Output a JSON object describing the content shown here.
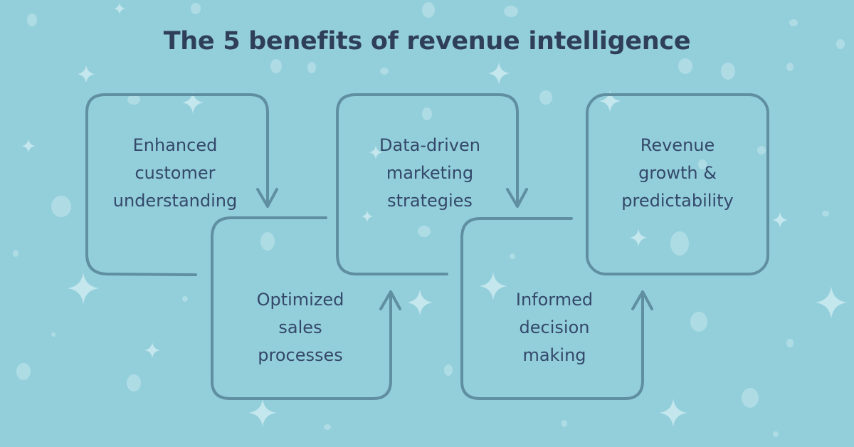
{
  "title": "The 5 benefits of revenue intelligence",
  "colors": {
    "background": "#93cfdb",
    "stroke": "#5f8fa0",
    "text": "#34486a",
    "title": "#2f3f5a",
    "speckle": "#b7e0e8"
  },
  "icons": {
    "sparkle": "four-point-star-icon",
    "arrow_down": "arrow-down-icon",
    "arrow_up": "arrow-up-icon"
  },
  "steps": [
    {
      "label": "Enhanced\ncustomer\nunderstanding"
    },
    {
      "label": "Optimized\nsales\nprocesses"
    },
    {
      "label": "Data-driven\nmarketing\nstrategies"
    },
    {
      "label": "Informed\ndecision\nmaking"
    },
    {
      "label": "Revenue\ngrowth &\npredictability"
    }
  ]
}
